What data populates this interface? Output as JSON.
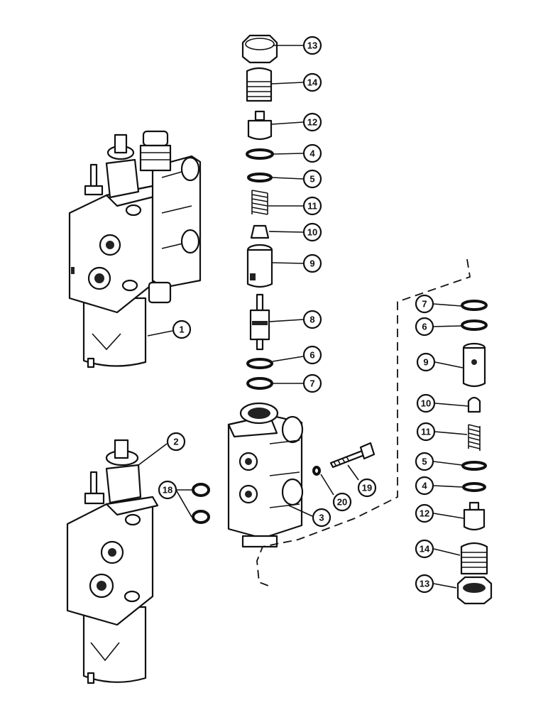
{
  "callouts": {
    "c1": "1",
    "c2": "2",
    "c3": "3",
    "c4a": "4",
    "c4b": "4",
    "c5a": "5",
    "c5b": "5",
    "c6a": "6",
    "c6b": "6",
    "c7a": "7",
    "c7b": "7",
    "c8": "8",
    "c9a": "9",
    "c9b": "9",
    "c10a": "10",
    "c10b": "10",
    "c11a": "11",
    "c11b": "11",
    "c12a": "12",
    "c12b": "12",
    "c13a": "13",
    "c13b": "13",
    "c14a": "14",
    "c14b": "14",
    "c18": "18",
    "c19": "19",
    "c20": "20"
  }
}
